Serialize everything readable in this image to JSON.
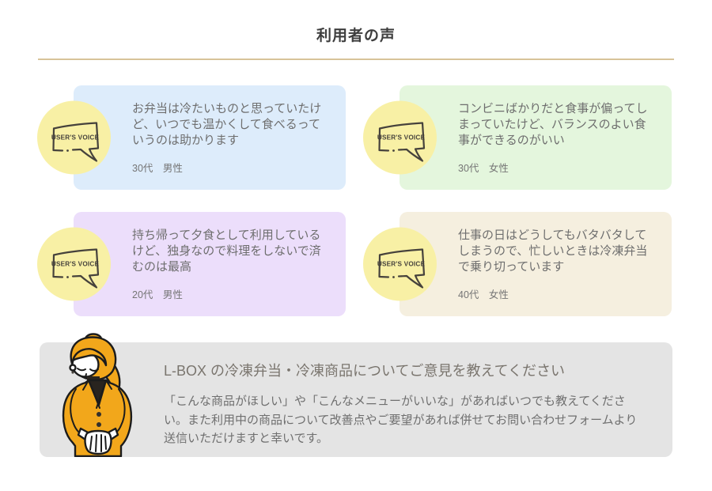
{
  "page": {
    "title": "利用者の声"
  },
  "badge": {
    "label": "USER'S VOICE",
    "circle_color": "#f8f0a5"
  },
  "testimonials": [
    {
      "quote": "お弁当は冷たいものと思っていたけど、いつでも温かくして食べるっていうのは助かります",
      "author": "30代　男性",
      "bg": "#ddecfb"
    },
    {
      "quote": "コンビニばかりだと食事が偏ってしまっていたけど、バランスのよい食事ができるのがいい",
      "author": "30代　女性",
      "bg": "#e4f6dd"
    },
    {
      "quote": "持ち帰って夕食として利用しているけど、独身なので料理をしないで済むのは最高",
      "author": "20代　男性",
      "bg": "#ecdefb"
    },
    {
      "quote": "仕事の日はどうしてもバタバタしてしまうので、忙しいときは冷凍弁当で乗り切っています",
      "author": "40代　女性",
      "bg": "#f5efdf"
    }
  ],
  "feedback": {
    "heading": "L-BOX の冷凍弁当・冷凍商品についてご意見を教えてください",
    "body": "「こんな商品がほしい」や「こんなメニューがいいな」があればいつでも教えてください。また利用中の商品について改善点やご要望があれば併せてお問い合わせフォームより送信いただけますと幸いです。",
    "bg": "#e4e4e4",
    "illustration": "bowing-woman"
  },
  "css_vars": {
    "divider": "#d8c399",
    "suit": "#f2a71b",
    "ink": "#1c1c1c",
    "bubble-ink": "#46423c",
    "badge-yellow": "#f8f0a5"
  }
}
